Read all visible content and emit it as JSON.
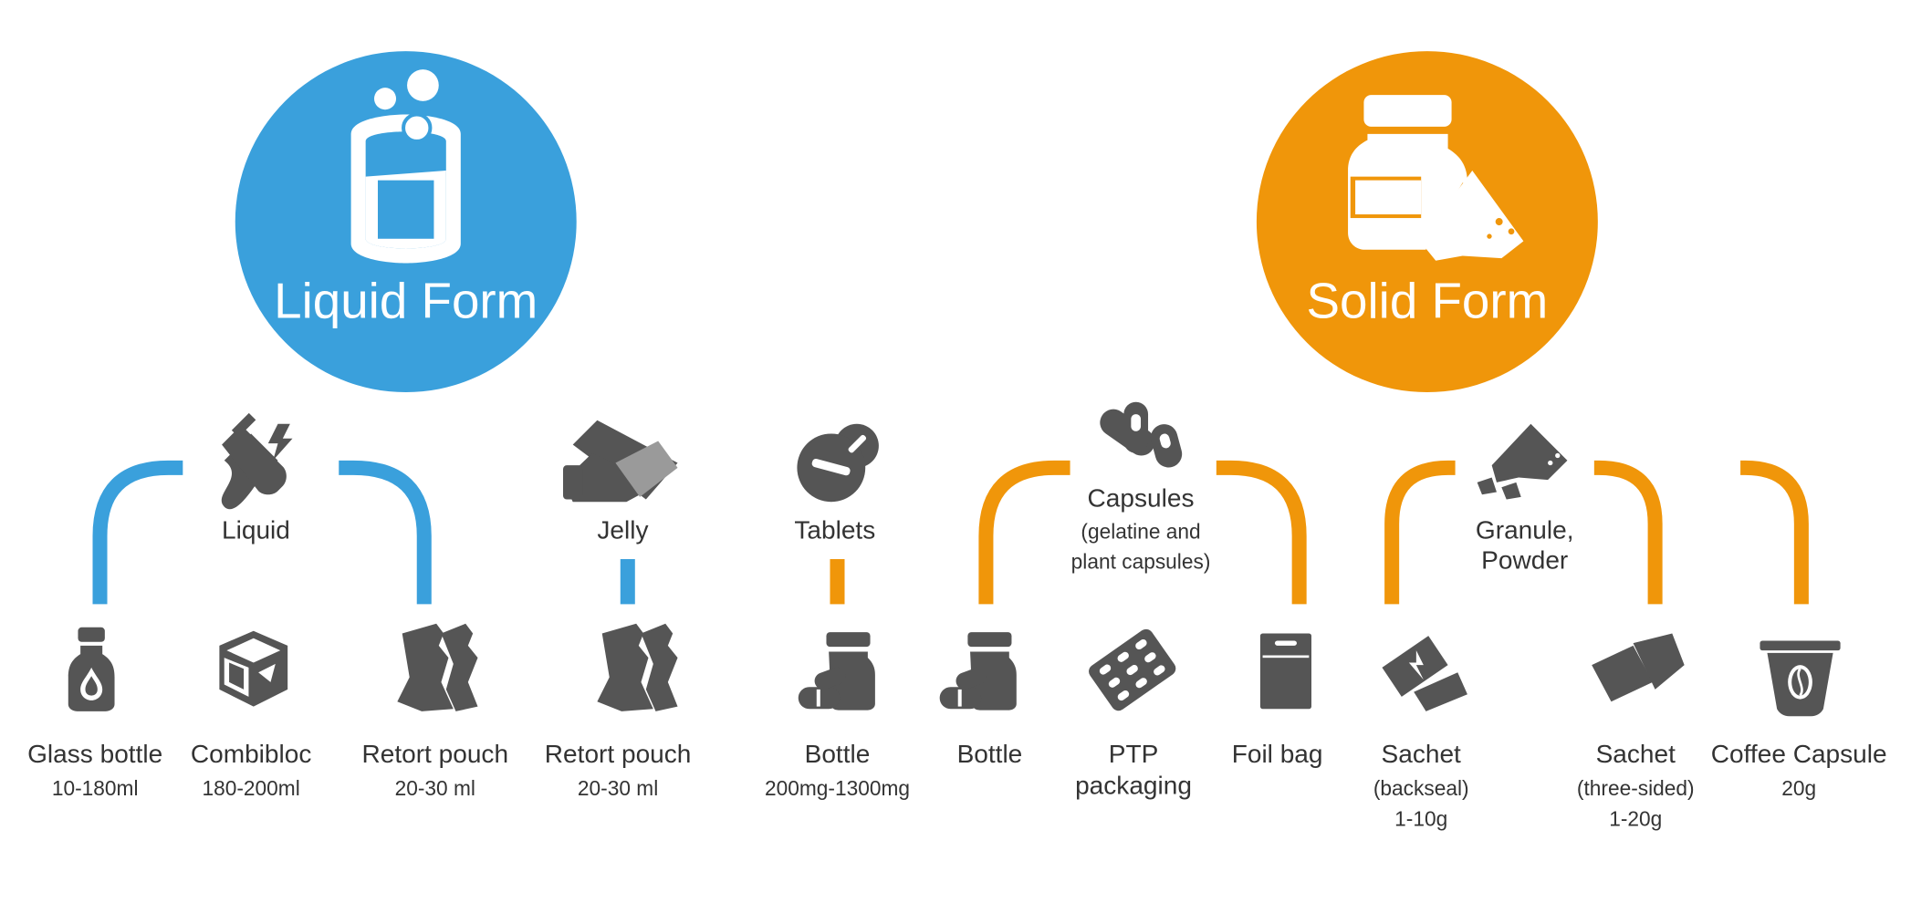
{
  "colors": {
    "liquid": "#3aa0dc",
    "solid": "#f0960a",
    "icon": "#555555",
    "text": "#333333"
  },
  "liquid_form": {
    "title": "Liquid Form",
    "icon": "beaker-with-bubbles-icon"
  },
  "solid_form": {
    "title": "Solid Form",
    "icon": "pill-bottle-and-powder-icon"
  },
  "categories": [
    {
      "label": "Liquid",
      "sub1": "",
      "sub2": "",
      "icon": "test-tube-icon",
      "group": "liquid"
    },
    {
      "label": "Jelly",
      "sub1": "",
      "sub2": "",
      "icon": "jelly-stick-icon",
      "group": "liquid"
    },
    {
      "label": "Tablets",
      "sub1": "",
      "sub2": "",
      "icon": "tablets-icon",
      "group": "solid"
    },
    {
      "label": "Capsules",
      "sub1": "(gelatine and",
      "sub2": "plant capsules)",
      "icon": "capsules-icon",
      "group": "solid"
    },
    {
      "label": "Granule,",
      "sub1": "Powder",
      "sub2": "",
      "icon": "powder-icon",
      "group": "solid"
    }
  ],
  "packages": [
    {
      "name": "Glass bottle",
      "name2": "",
      "line1": "10-180ml",
      "line2": "",
      "icon": "glass-bottle-icon"
    },
    {
      "name": "Combibloc",
      "name2": "",
      "line1": "180-200ml",
      "line2": "",
      "icon": "carton-icon"
    },
    {
      "name": "Retort pouch",
      "name2": "",
      "line1": "20-30 ml",
      "line2": "",
      "icon": "retort-pouch-icon"
    },
    {
      "name": "Retort pouch",
      "name2": "",
      "line1": "20-30 ml",
      "line2": "",
      "icon": "retort-pouch-icon"
    },
    {
      "name": "Bottle",
      "name2": "",
      "line1": "200mg-1300mg",
      "line2": "",
      "icon": "pill-bottle-icon"
    },
    {
      "name": "Bottle",
      "name2": "",
      "line1": "",
      "line2": "",
      "icon": "pill-bottle-icon"
    },
    {
      "name": "PTP",
      "name2": "packaging",
      "line1": "",
      "line2": "",
      "icon": "blister-pack-icon"
    },
    {
      "name": "Foil bag",
      "name2": "",
      "line1": "",
      "line2": "",
      "icon": "foil-bag-icon"
    },
    {
      "name": "Sachet",
      "name2": "",
      "line1": "(backseal)",
      "line2": "1-10g",
      "icon": "sachet-icon"
    },
    {
      "name": "Sachet",
      "name2": "",
      "line1": "(three-sided)",
      "line2": "1-20g",
      "icon": "sachet-icon"
    },
    {
      "name": "Coffee Capsule",
      "name2": "",
      "line1": "20g",
      "line2": "",
      "icon": "coffee-capsule-icon"
    }
  ]
}
